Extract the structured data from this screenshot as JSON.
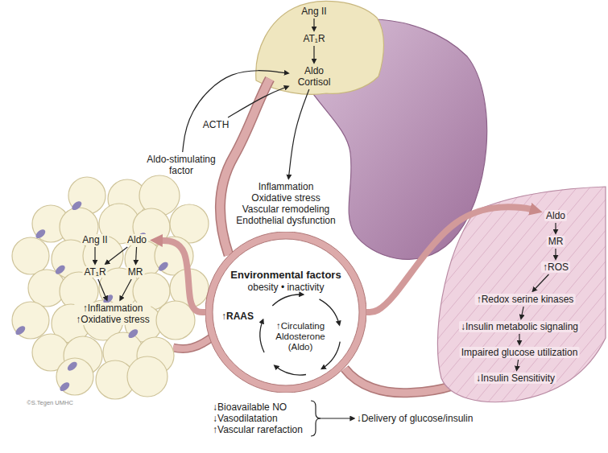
{
  "diagram": {
    "nodes": [
      {
        "text": [
          "Ang II"
        ]
      },
      {
        "text": [
          "AT₁R"
        ]
      },
      {
        "text": [
          "Aldo Cortisol"
        ]
      },
      {
        "text": [
          "ACTH"
        ]
      },
      {
        "text": [
          "Aldo-stimulating factor"
        ]
      },
      {
        "text": [
          "Inflammation",
          "Oxidative stress",
          "Vascular remodeling",
          "Endothelial dysfunction"
        ]
      },
      {
        "text": [
          "Environmental factors",
          "obesity • inactivity"
        ]
      },
      {
        "text": [
          "↑RAAS"
        ],
        "in": 6
      },
      {
        "text": [
          "↑Circulating Aldosterone (Aldo)"
        ],
        "in": 6
      },
      {
        "text": [
          "Ang II"
        ]
      },
      {
        "text": [
          "Aldo"
        ]
      },
      {
        "text": [
          "AT₁R"
        ]
      },
      {
        "text": [
          "MR"
        ]
      },
      {
        "text": [
          "↑Inflammation",
          "↑Oxidative stress"
        ]
      },
      {
        "text": [
          "Aldo"
        ]
      },
      {
        "text": [
          "MR"
        ]
      },
      {
        "text": [
          "↑ROS"
        ]
      },
      {
        "text": [
          "↑Redox serine kinases"
        ]
      },
      {
        "text": [
          "↓Insulin metabolic signaling"
        ]
      },
      {
        "text": [
          "Impaired glucose utilization"
        ]
      },
      {
        "text": [
          "↓Insulin Sensitivity"
        ]
      },
      {
        "text": [
          "↓Bioavailable NO",
          "↓Vasodilatation",
          "↑Vascular rarefaction"
        ]
      },
      {
        "text": [
          "↓Delivery of glucose/insulin"
        ]
      }
    ],
    "edges": [
      {
        "from": 0,
        "to": 1,
        "arrow": "to"
      },
      {
        "from": 1,
        "to": 2,
        "arrow": "to"
      },
      {
        "from": 3,
        "to": 2,
        "arrow": "to"
      },
      {
        "from": 4,
        "to": 2,
        "arrow": "to"
      },
      {
        "from": 2,
        "to": 5,
        "arrow": "to"
      },
      {
        "from": 6,
        "to": 10,
        "arrow": "to"
      },
      {
        "from": 6,
        "to": 14,
        "arrow": "to"
      },
      {
        "from": 9,
        "to": 11,
        "arrow": "to"
      },
      {
        "from": 10,
        "to": 11,
        "arrow": "to"
      },
      {
        "from": 10,
        "to": 12,
        "arrow": "to"
      },
      {
        "from": 11,
        "to": 13,
        "arrow": "to"
      },
      {
        "from": 12,
        "to": 13,
        "arrow": "to"
      },
      {
        "from": 14,
        "to": 15,
        "arrow": "to"
      },
      {
        "from": 15,
        "to": 16,
        "arrow": "to"
      },
      {
        "from": 16,
        "to": 17,
        "arrow": "to"
      },
      {
        "from": 17,
        "to": 18,
        "arrow": "to"
      },
      {
        "from": 18,
        "to": 19,
        "arrow": "to"
      },
      {
        "from": 19,
        "to": 20,
        "arrow": "to"
      },
      {
        "from": 21,
        "to": 22,
        "arrow": "to"
      }
    ],
    "labels": [
      "©S.Tegen UMHC"
    ]
  }
}
